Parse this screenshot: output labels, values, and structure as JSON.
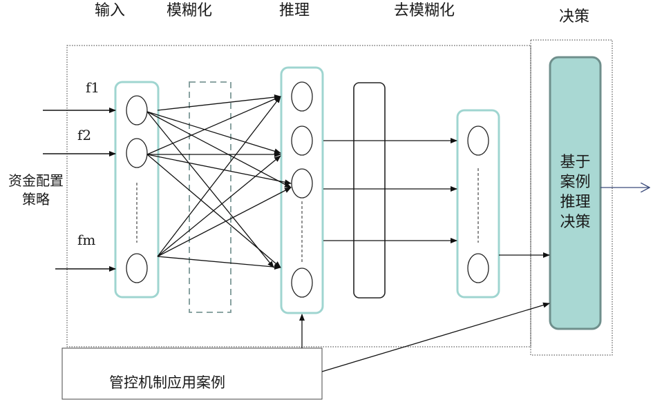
{
  "diagram": {
    "stages": {
      "input": "输入",
      "fuzzify": "模糊化",
      "inference": "推理",
      "defuzzify": "去模糊化",
      "decision": "决策"
    },
    "inputs": [
      "f1",
      "f2",
      "fm"
    ],
    "side_label_line1": "资金配置",
    "side_label_line2": "策略",
    "decision_block": [
      "基于",
      "案例",
      "推理",
      "决策"
    ],
    "case_box": "管控机制应用案例",
    "colors": {
      "node_border": "#9fd5d0",
      "decision_fill": "#a9d8d3",
      "decision_border": "#6f8f8c",
      "line": "#111111"
    }
  }
}
